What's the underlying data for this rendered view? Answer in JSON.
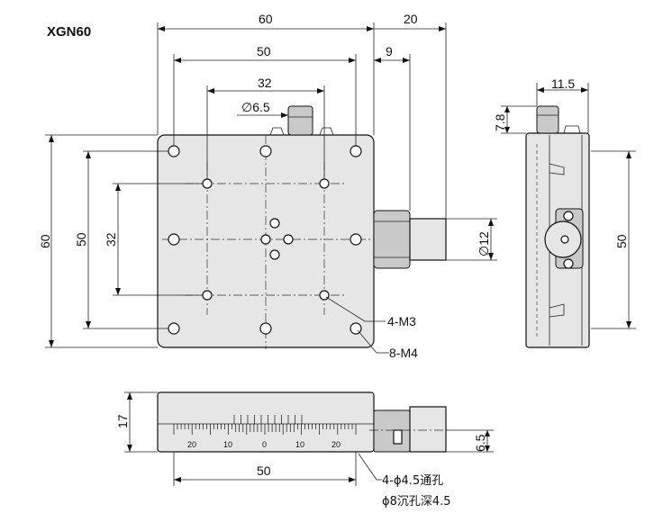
{
  "model": "XGN60",
  "dimensions": {
    "top_width": "60",
    "knob_ext": "20",
    "holes_width": "50",
    "offset_9": "9",
    "inner_32": "32",
    "dia_65": "∅6.5",
    "height_60": "60",
    "height_50": "50",
    "height_32": "32",
    "dia_12": "∅12",
    "side_115": "11.5",
    "side_78": "7.8",
    "side_50": "50",
    "thick_17": "17",
    "thread_65": "6.5",
    "bottom_50": "50"
  },
  "callouts": {
    "m3": "4-M3",
    "m4": "8-M4",
    "through": "4-ϕ4.5通孔",
    "counterbore": "ϕ8沉孔深4.5"
  },
  "scale_labels": [
    "20",
    "10",
    "0",
    "10",
    "20"
  ]
}
